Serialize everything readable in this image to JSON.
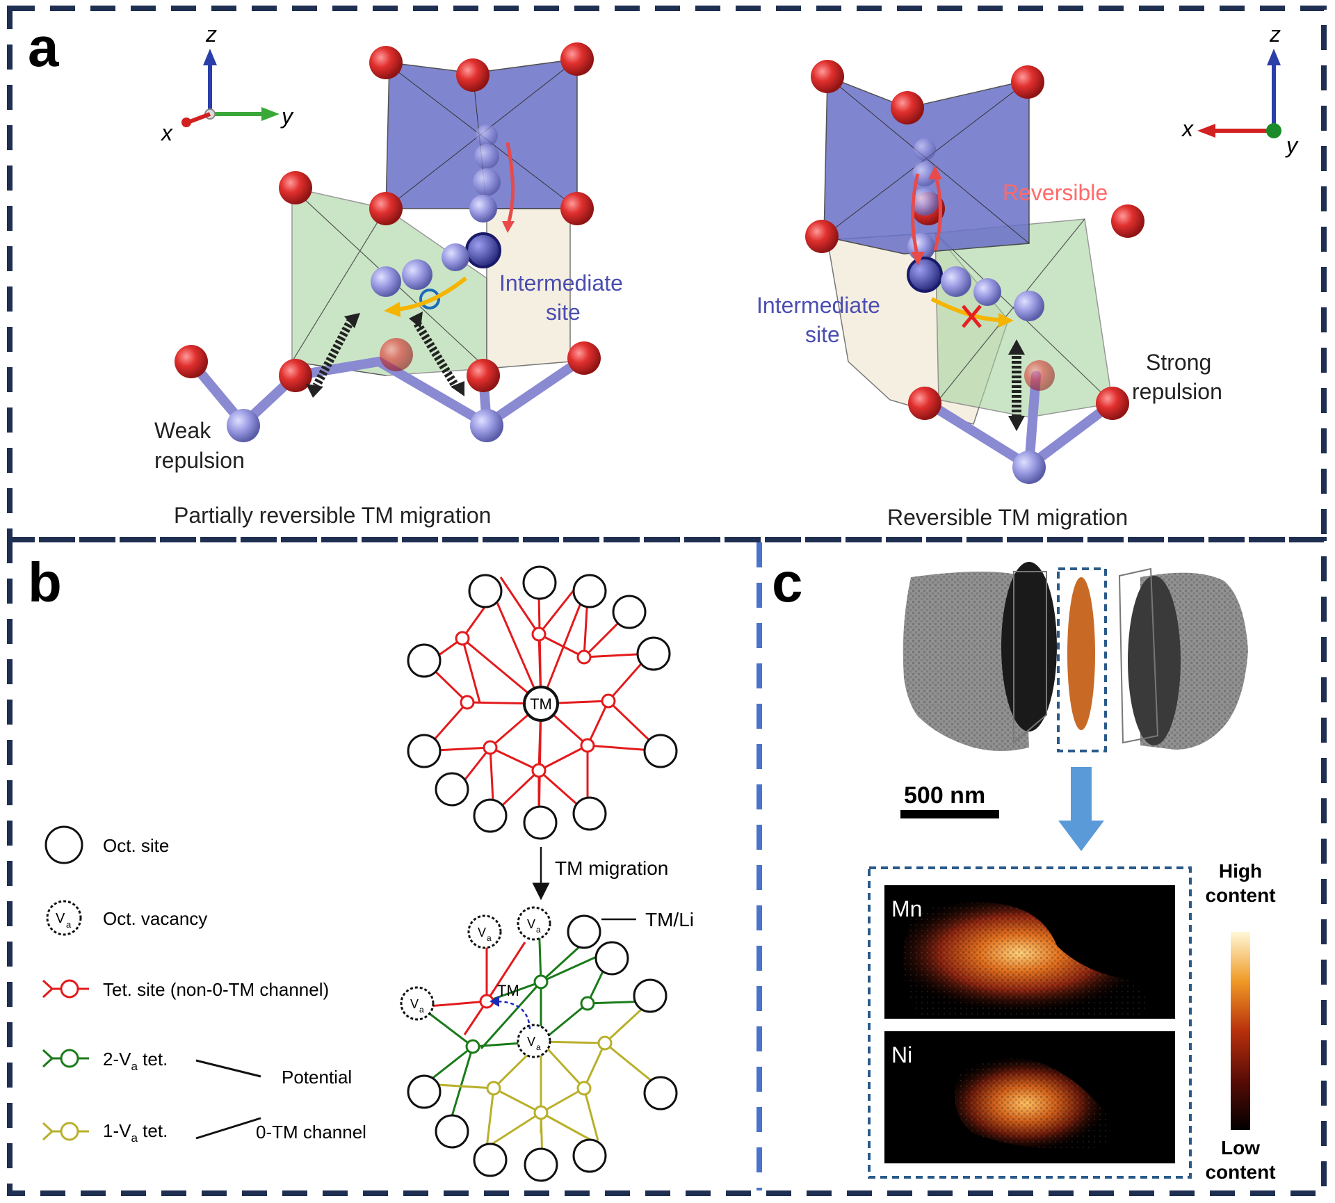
{
  "panel_a": {
    "letter": "a",
    "left": {
      "caption": "Partially reversible TM migration",
      "label_site_1": "Intermediate",
      "label_site_2": "site",
      "repulsion_1": "Weak",
      "repulsion_2": "repulsion",
      "axes": {
        "z": "z",
        "y": "y",
        "x": "x"
      }
    },
    "right": {
      "caption": "Reversible TM migration",
      "label_site_1": "Intermediate",
      "label_site_2": "site",
      "repulsion_1": "Strong",
      "repulsion_2": "repulsion",
      "reversible": "Reversible",
      "axes": {
        "z": "z",
        "y": "y",
        "x": "x"
      }
    }
  },
  "panel_b": {
    "letter": "b",
    "center_label": "TM",
    "arrow_label": "TM migration",
    "tm_li_label": "TM/Li",
    "migrating_tm": "TM",
    "vacancy_label": "V",
    "vacancy_sub": "a",
    "legend": {
      "oct_site": "Oct. site",
      "oct_vacancy": "Oct. vacancy",
      "tet_site": "Tet. site (non-0-TM channel)",
      "two_va_pre": "2-V",
      "two_va_post": " tet.",
      "one_va_pre": "1-V",
      "one_va_post": " tet.",
      "potential": "Potential",
      "channel": "0-TM channel"
    },
    "colors": {
      "red": "#e31a1c",
      "green": "#1a7a1a",
      "olive": "#b8b02a"
    }
  },
  "panel_c": {
    "letter": "c",
    "scale_bar": "500 nm",
    "map_1": "Mn",
    "map_2": "Ni",
    "colorbar_high_1": "High",
    "colorbar_high_2": "content",
    "colorbar_low_1": "Low",
    "colorbar_low_2": "content"
  }
}
